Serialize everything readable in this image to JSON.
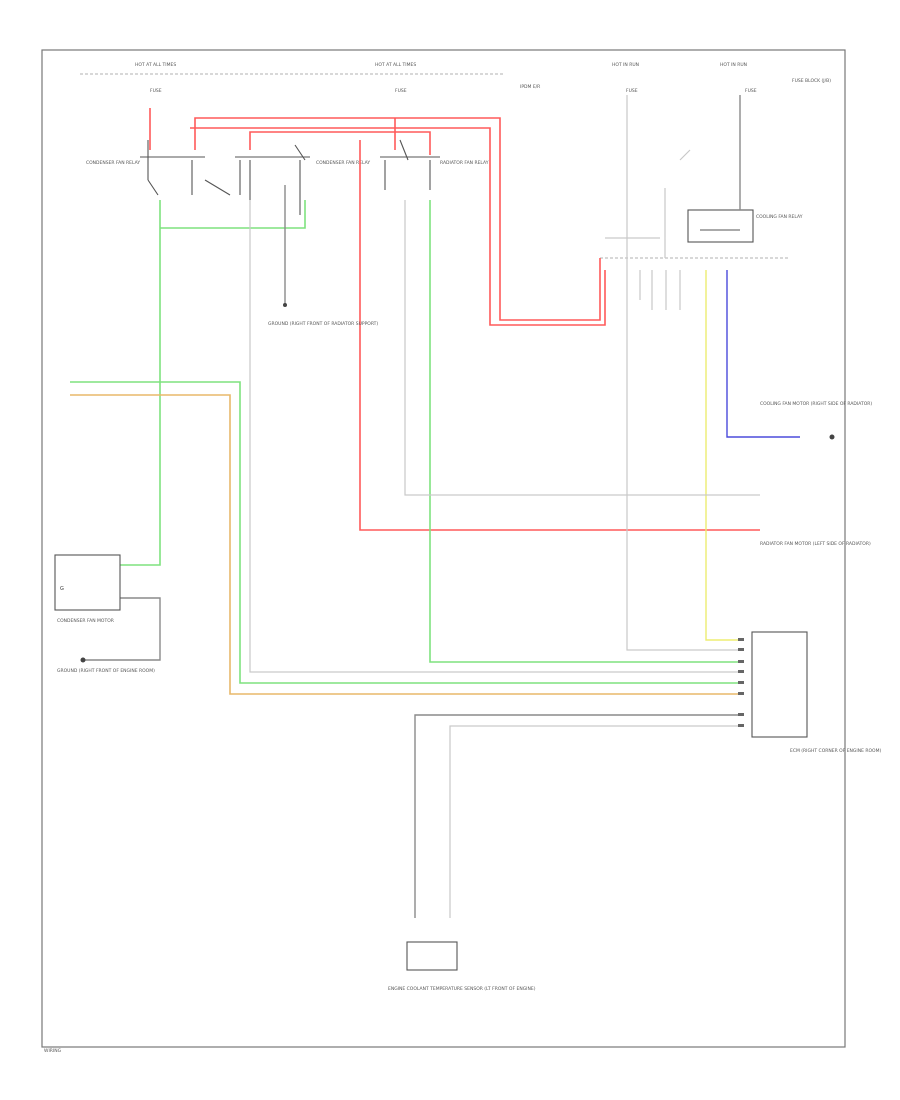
{
  "colors": {
    "red": "#ff5a5a",
    "green": "#7ee27e",
    "orange": "#e8b86a",
    "yellow": "#eded72",
    "blue": "#4b4bdc",
    "gray": "#8a8a8a"
  },
  "labels": {
    "hot_at_all_times_1": "HOT AT ALL TIMES",
    "hot_at_all_times_2": "HOT AT ALL TIMES",
    "hot_in_run_1": "HOT IN RUN",
    "hot_in_run_2": "HOT IN RUN",
    "fuse_1": "FUSE",
    "fuse_2": "FUSE",
    "fuse_3": "FUSE",
    "fuse_4": "FUSE",
    "condenser_fan_relay": "CONDENSER FAN RELAY",
    "condenser_fan_relay_2": "CONDENSER FAN RELAY",
    "radiator_fan_relay": "RADIATOR FAN RELAY",
    "ipdm": "IPDM E/R",
    "cooling_relay": "COOLING FAN RELAY",
    "fuse_block": "FUSE BLOCK (J/B)",
    "g_left": "G",
    "ground_radiator": "GROUND (RIGHT FRONT OF RADIATOR SUPPORT)",
    "cond_fan_motor": "CONDENSER FAN MOTOR",
    "ground_right_front": "GROUND (RIGHT FRONT OF ENGINE ROOM)",
    "cooling_fan_motor": "COOLING FAN MOTOR (RIGHT SIDE OF RADIATOR)",
    "radiator_fan_motor": "RADIATOR FAN MOTOR (LEFT SIDE OF RADIATOR)",
    "ecm": "ECM (RIGHT CORNER OF ENGINE ROOM)",
    "ect_sensor": "ENGINE COOLANT TEMPERATURE SENSOR (LT FRONT OF ENGINE)",
    "page_id": "WIRING"
  }
}
